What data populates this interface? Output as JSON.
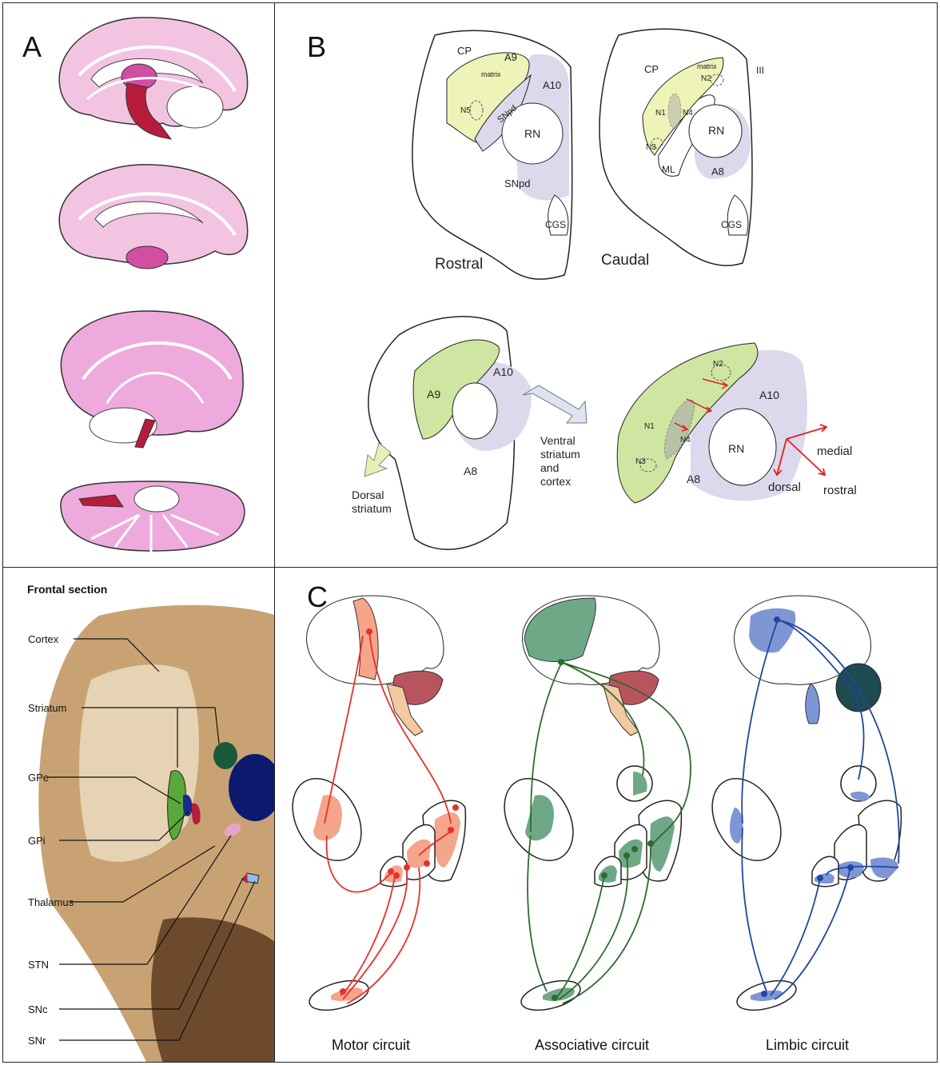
{
  "panels": {
    "a_letter": "A",
    "b_letter": "B",
    "c_letter": "C"
  },
  "panel_b": {
    "rostral": {
      "section_label": "Rostral",
      "labels": [
        "CP",
        "A9",
        "matrix",
        "A10",
        "N5",
        "SNpd",
        "RN",
        "SNpd",
        "CGS"
      ]
    },
    "caudal": {
      "section_label": "Caudal",
      "labels": [
        "CP",
        "matrix",
        "III",
        "N2",
        "N1",
        "N4",
        "RN",
        "N3",
        "ML",
        "A8",
        "CGS"
      ]
    },
    "lower_left": {
      "labels": [
        "A9",
        "A10",
        "A8"
      ],
      "arrow_ventral": "Ventral\nstriatum\nand\ncortex",
      "arrow_dorsal": "Dorsal\nstriatum"
    },
    "lower_right": {
      "labels": [
        "N2",
        "A10",
        "N1",
        "N4",
        "RN",
        "N3",
        "A8"
      ],
      "axes": {
        "medial": "medial",
        "dorsal": "dorsal",
        "rostral": "rostral"
      }
    }
  },
  "frontal_section": {
    "title": "Frontal section",
    "structures": [
      "Cortex",
      "Striatum",
      "GPe",
      "GPi",
      "Thalamus",
      "STN",
      "SNc",
      "SNr"
    ]
  },
  "circuits": [
    {
      "name": "Motor circuit",
      "color": "#e8302a",
      "fill": "#f4a58a"
    },
    {
      "name": "Associative circuit",
      "color": "#2e6b2e",
      "fill": "#6fa886"
    },
    {
      "name": "Limbic circuit",
      "color": "#1f46a0",
      "fill": "#7f96d4"
    }
  ],
  "colors": {
    "pink": "#e88ccc",
    "magenta": "#c0307a",
    "yellow_green": "#eef3b8",
    "green": "#cfe6a2",
    "lavender": "#ddd8ec",
    "gpe_green": "#58a83a",
    "gpi_blue": "#1a2a8c",
    "thalamus_navy": "#0c1a6e",
    "stn_pink": "#e6a6c8",
    "striatum_darkgreen": "#1a5a3a"
  }
}
